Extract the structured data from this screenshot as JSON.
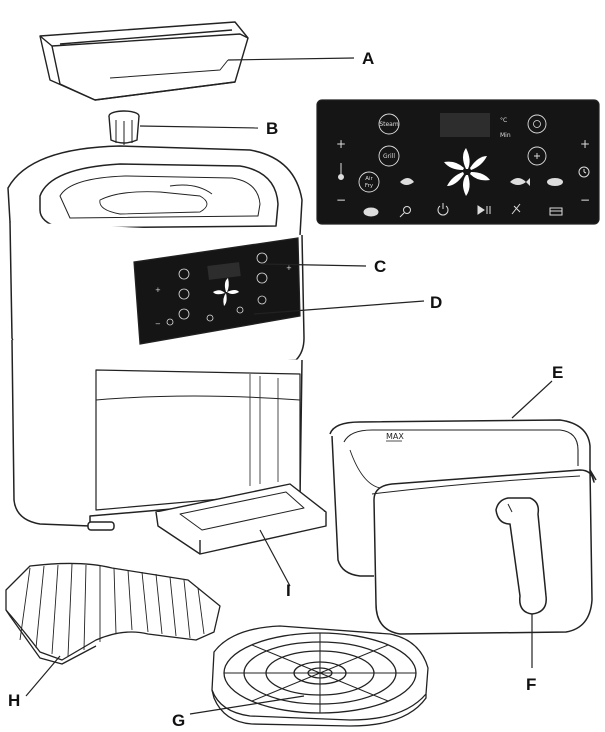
{
  "callouts": {
    "a": "A",
    "b": "B",
    "c": "C",
    "d": "D",
    "e": "E",
    "f": "F",
    "g": "G",
    "h": "H",
    "i": "I"
  },
  "panel": {
    "steam": "Steam",
    "grill": "Grill",
    "airfry_line1": "Air",
    "airfry_line2": "Fry",
    "unit_c": "°C",
    "unit_min": "Min",
    "plus": "+",
    "minus": "−"
  },
  "basket": {
    "max_label": "MAX"
  },
  "colors": {
    "panel": "#151515",
    "line": "#222222",
    "display": "#2d2d2d"
  }
}
